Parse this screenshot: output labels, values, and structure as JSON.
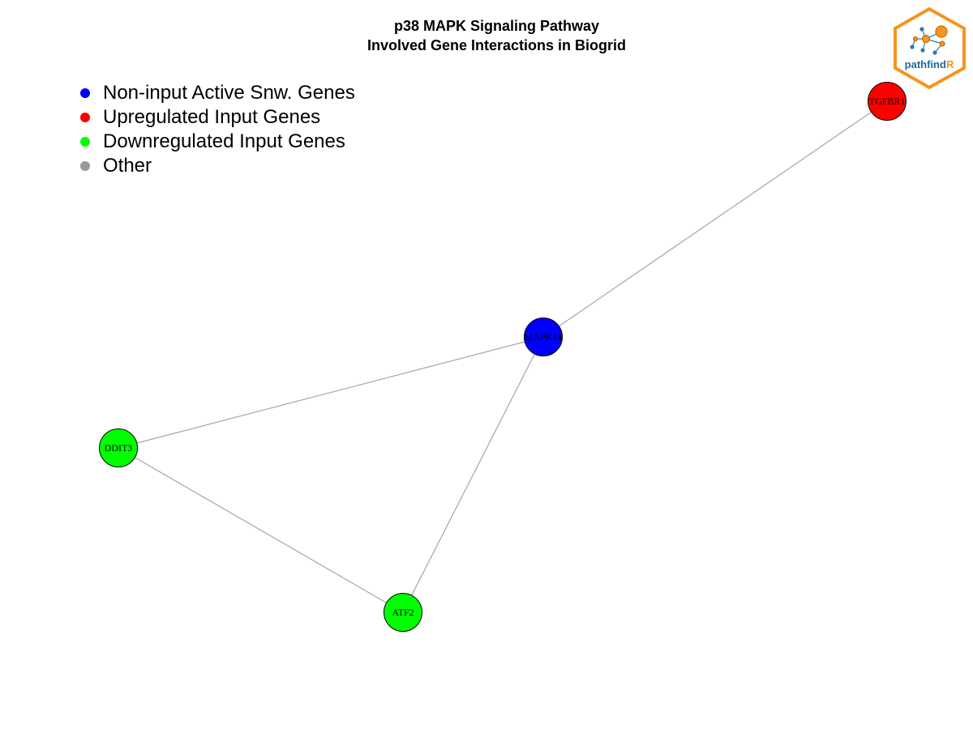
{
  "title": {
    "line1": "p38 MAPK Signaling Pathway",
    "line2": "Involved Gene Interactions in Biogrid"
  },
  "legend": [
    {
      "label": "Non-input Active Snw. Genes",
      "color": "#0000ff"
    },
    {
      "label": "Upregulated Input Genes",
      "color": "#ff0000"
    },
    {
      "label": "Downregulated Input Genes",
      "color": "#00ff00"
    },
    {
      "label": "Other",
      "color": "#999999"
    }
  ],
  "logo": {
    "text_main": "pathfind",
    "text_accent": "R",
    "border_color": "#f7941d",
    "text_color": "#1b6a9c"
  },
  "network": {
    "nodes": [
      {
        "id": "TGFBR1",
        "label": "TGFBR1",
        "group": "Upregulated Input Genes"
      },
      {
        "id": "MAPK14",
        "label": "MAPK14",
        "group": "Non-input Active Snw. Genes"
      },
      {
        "id": "DDIT3",
        "label": "DDIT3",
        "group": "Downregulated Input Genes"
      },
      {
        "id": "ATF2",
        "label": "ATF2",
        "group": "Downregulated Input Genes"
      }
    ],
    "edges": [
      {
        "source": "TGFBR1",
        "target": "MAPK14"
      },
      {
        "source": "MAPK14",
        "target": "DDIT3"
      },
      {
        "source": "MAPK14",
        "target": "ATF2"
      },
      {
        "source": "DDIT3",
        "target": "ATF2"
      }
    ],
    "edge_color": "#a6a6a6"
  }
}
